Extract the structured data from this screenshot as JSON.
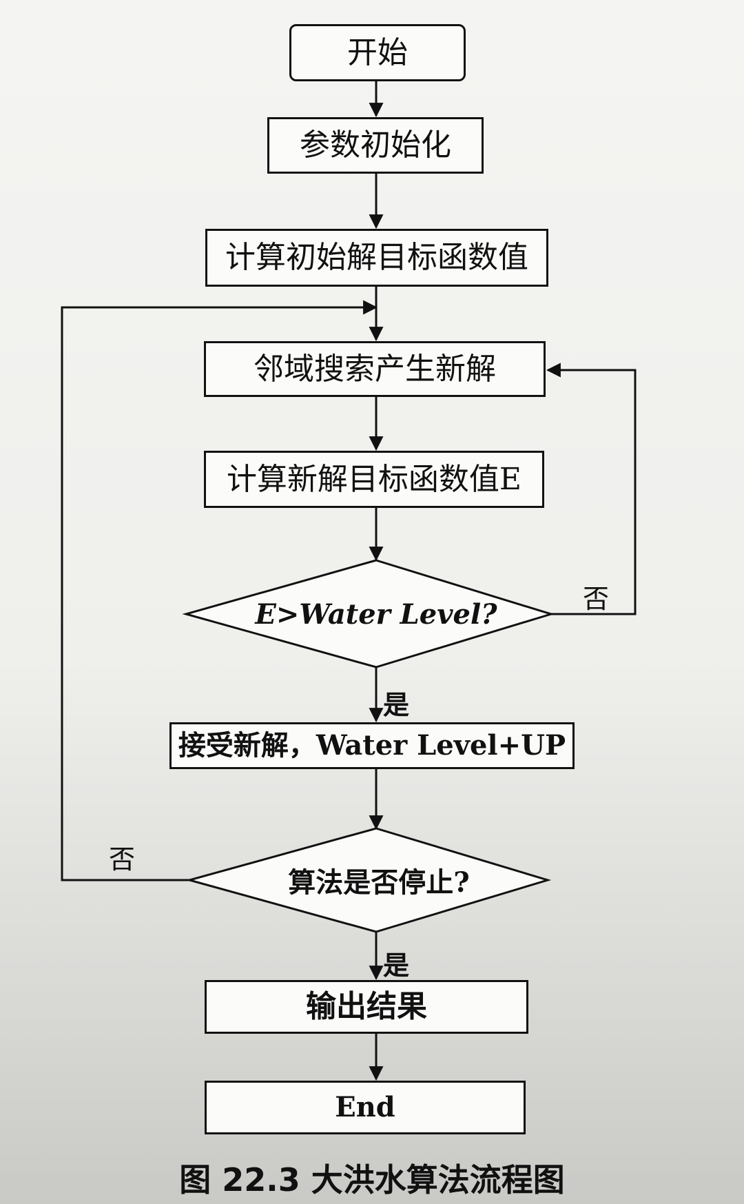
{
  "nodes": {
    "start": "开始",
    "init": "参数初始化",
    "calc_initial": "计算初始解目标函数值",
    "neighbor_search": "邻域搜索产生新解",
    "calc_new": "计算新解目标函数值E",
    "decision_water": "E>Water Level?",
    "accept": "接受新解，Water Level+UP",
    "decision_stop": "算法是否停止?",
    "output": "输出结果",
    "end": "End"
  },
  "edge_labels": {
    "water_no": "否",
    "water_yes": "是",
    "stop_no": "否",
    "stop_yes": "是"
  },
  "caption": "图 22.3 大洪水算法流程图"
}
